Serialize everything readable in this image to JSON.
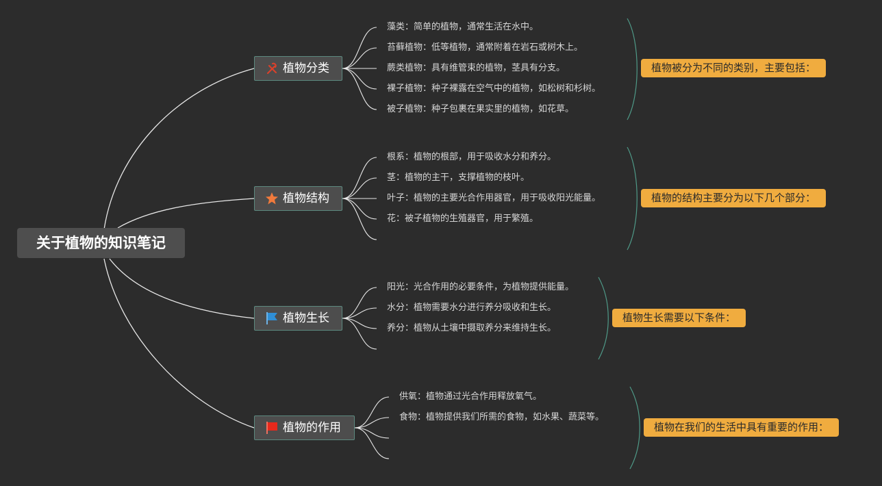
{
  "root": {
    "label": "关于植物的知识笔记"
  },
  "topics": [
    {
      "label": "植物分类",
      "icon": "tools-icon",
      "color": "#d9412b",
      "summary": "植物被分为不同的类别，主要包括：",
      "items": [
        "藻类：简单的植物，通常生活在水中。",
        "苔藓植物：低等植物，通常附着在岩石或树木上。",
        "蕨类植物：具有维管束的植物，茎具有分支。",
        "裸子植物：种子裸露在空气中的植物，如松树和杉树。",
        "被子植物：种子包裹在果实里的植物，如花草。"
      ]
    },
    {
      "label": "植物结构",
      "icon": "star-icon",
      "color": "#f07a3c",
      "summary": "植物的结构主要分为以下几个部分：",
      "items": [
        "根系：植物的根部，用于吸收水分和养分。",
        "茎：植物的主干，支撑植物的枝叶。",
        "叶子：植物的主要光合作用器官，用于吸收阳光能量。",
        "花：被子植物的生殖器官，用于繁殖。",
        ""
      ]
    },
    {
      "label": "植物生长",
      "icon": "flag-icon",
      "color": "#2f8fd6",
      "summary": "植物生长需要以下条件：",
      "items": [
        "阳光：光合作用的必要条件，为植物提供能量。",
        "水分：植物需要水分进行养分吸收和生长。",
        "养分：植物从土壤中摄取养分来维持生长。",
        ""
      ]
    },
    {
      "label": "植物的作用",
      "icon": "flag-icon",
      "color": "#e8291c",
      "summary": "植物在我们的生活中具有重要的作用：",
      "items": [
        "供氧：植物通过光合作用释放氧气。",
        "食物：植物提供我们所需的食物，如水果、蔬菜等。",
        "",
        ""
      ]
    }
  ]
}
